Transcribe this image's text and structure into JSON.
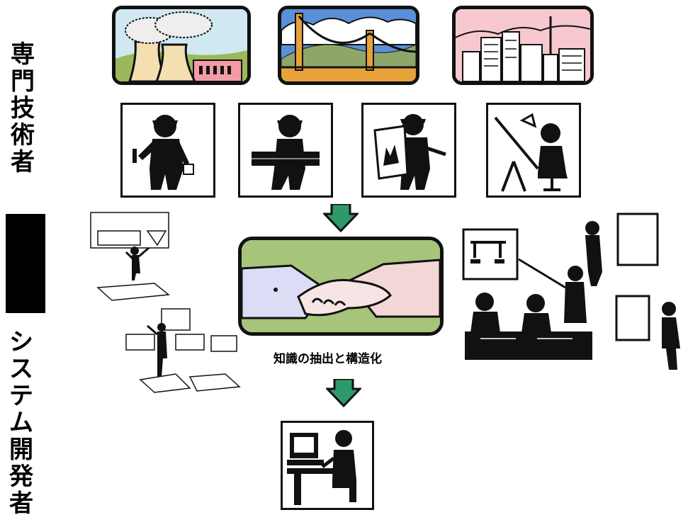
{
  "labels": {
    "specialist": "専門技術者",
    "developer": "システム開発者",
    "caption": "知識の抽出と構造化"
  },
  "scenes": [
    {
      "icon": "factory-icon"
    },
    {
      "icon": "bridge-icon"
    },
    {
      "icon": "city-icon"
    }
  ],
  "workers": [
    {
      "icon": "mechanic-icon"
    },
    {
      "icon": "carrier-icon"
    },
    {
      "icon": "inspector-icon"
    },
    {
      "icon": "drafter-icon"
    }
  ],
  "colors": {
    "arrow": "#2e9a6a",
    "handshake_bg": "#a6c47a",
    "factory_sky": "#cfe8f2",
    "bridge_sky": "#5b8fd8",
    "city_sky": "#f7c8d0"
  }
}
